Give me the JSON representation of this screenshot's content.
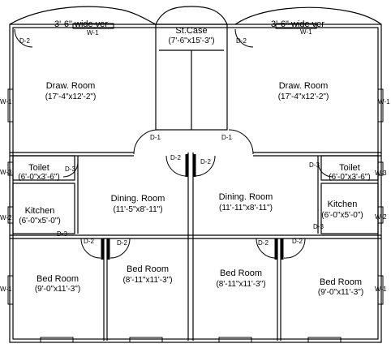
{
  "verandas": {
    "left_label": "3'-6\" wide ver",
    "right_label": "3'-6\" wide ver"
  },
  "staircase": {
    "name": "St.Case",
    "dim": "(7'-6\"x15'-3\")"
  },
  "rooms": {
    "draw_left": {
      "name": "Draw. Room",
      "dim": "(17'-4\"x12'-2\")"
    },
    "draw_right": {
      "name": "Draw. Room",
      "dim": "(17'-4\"x12'-2\")"
    },
    "toilet_left": {
      "name": "Toilet",
      "dim": "(6'-0\"x3'-6\")"
    },
    "toilet_right": {
      "name": "Toilet",
      "dim": "(6'-0\"x3'-6\")"
    },
    "kitchen_left": {
      "name": "Kitchen",
      "dim": "(6'-0\"x5'-0\")"
    },
    "kitchen_right": {
      "name": "Kitchen",
      "dim": "(6'-0\"x5'-0\")"
    },
    "dining_left": {
      "name": "Dining. Room",
      "dim": "(11'-5\"x8'-11\")"
    },
    "dining_right": {
      "name": "Dining. Room",
      "dim": "(11'-11\"x8'-11\")"
    },
    "bed1": {
      "name": "Bed Room",
      "dim": "(9'-0\"x11'-3\")"
    },
    "bed2": {
      "name": "Bed Room",
      "dim": "(8'-11\"x11'-3\")"
    },
    "bed3": {
      "name": "Bed Room",
      "dim": "(8'-11\"x11'-3\")"
    },
    "bed4": {
      "name": "Bed Room",
      "dim": "(9'-0\"x11'-3\")"
    }
  },
  "tags": {
    "d1": "D-1",
    "d2": "D-2",
    "d3": "D-3",
    "w1": "W-1",
    "w2": "W-2",
    "w3": "W-3"
  }
}
